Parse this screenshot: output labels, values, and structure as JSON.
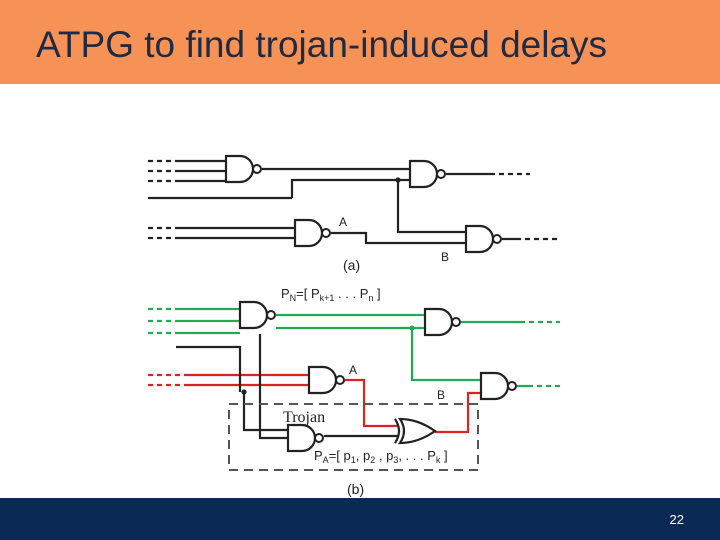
{
  "slide": {
    "title": "ATPG to find trojan-induced delays",
    "page_number": "22"
  },
  "colors": {
    "header": "#f79257",
    "title_text": "#1f2a44",
    "footer": "#0a2a55",
    "wire_black": "#222222",
    "wire_green": "#22aa55",
    "wire_red": "#dd2222",
    "trojan_box": "#555555"
  },
  "diagram_a": {
    "label_A": "A",
    "label_B": "B",
    "caption": "(a)"
  },
  "diagram_b": {
    "pn_prefix": "P",
    "pn_sub": "N",
    "pn_rest": "=[ P",
    "pn_sub2": "k+1",
    "pn_end": " . . . P",
    "pn_sub3": "n",
    "pn_close": " ]",
    "label_A": "A",
    "label_B": "B",
    "trojan_label": "Trojan",
    "pa_prefix": "P",
    "pa_sub": "A",
    "pa_rest": "=[ p",
    "pa_s1": "1",
    "pa_p2": ", p",
    "pa_s2": "2",
    "pa_p3": " , p",
    "pa_s3": "3",
    "pa_dots": ", . . . P",
    "pa_sk": "k",
    "pa_close": " ]",
    "caption": "(b)"
  }
}
